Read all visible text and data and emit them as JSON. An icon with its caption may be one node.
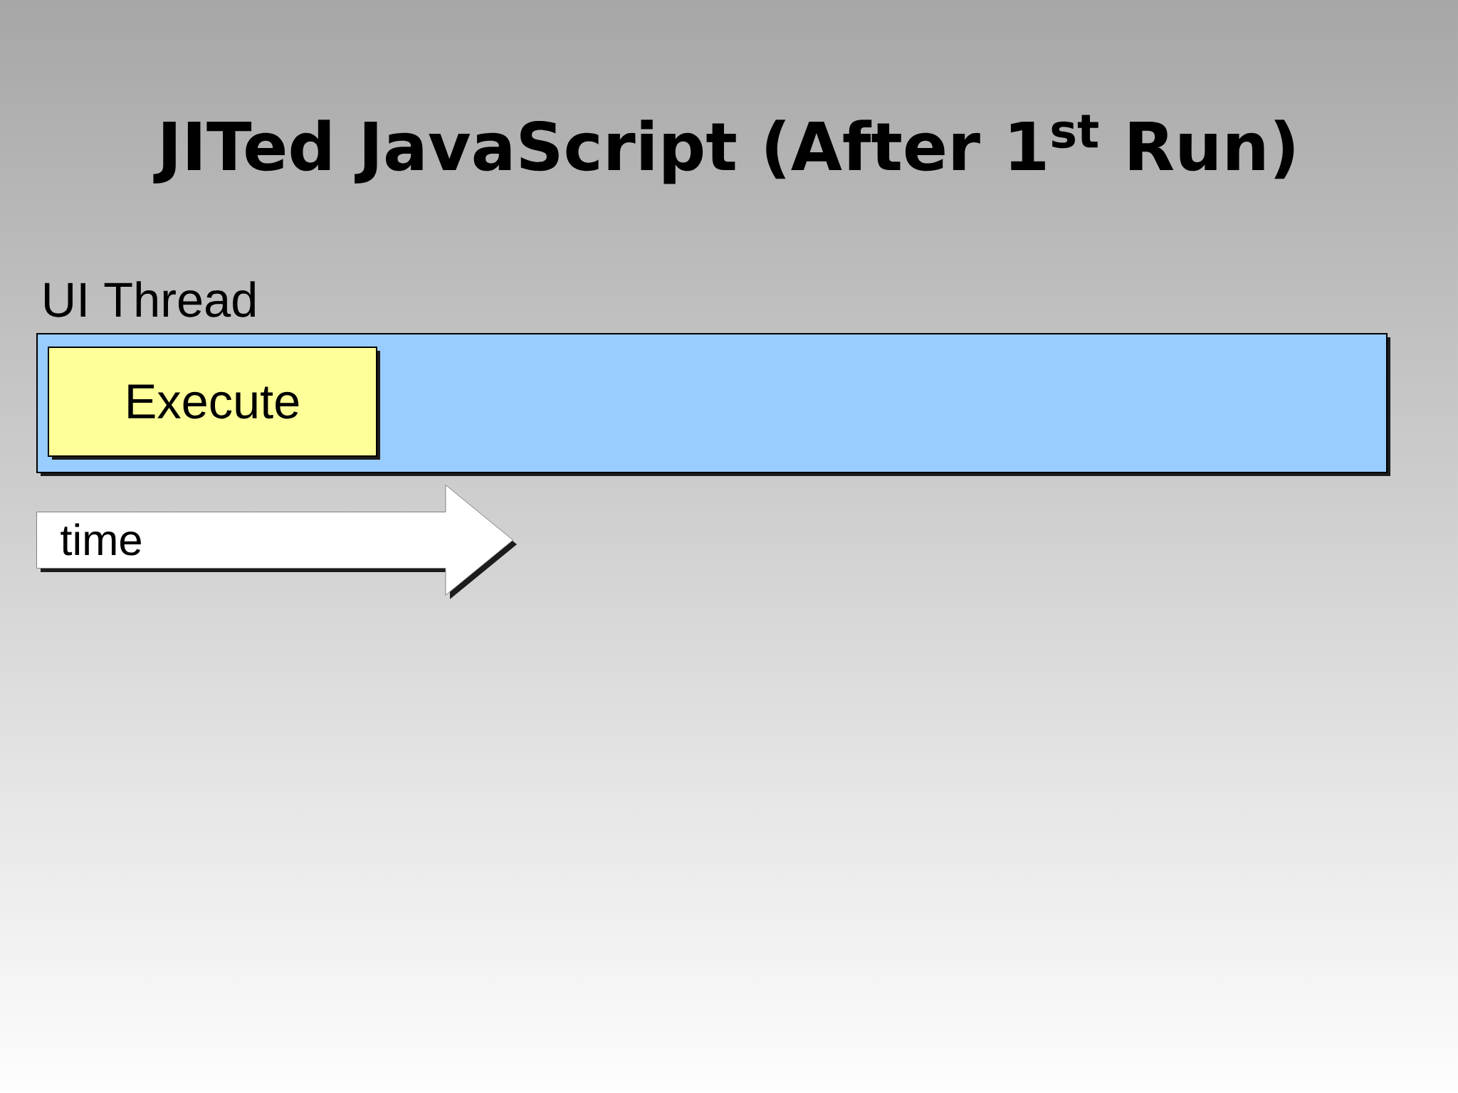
{
  "diagram": {
    "title": "JITed JavaScript (After 1$^{st}$ Run)",
    "nodes": [
      {
        "text": [
          "UI Thread"
        ]
      },
      {
        "text": [
          "Execute"
        ],
        "in": 0
      },
      {
        "text": [
          "time"
        ]
      }
    ]
  }
}
